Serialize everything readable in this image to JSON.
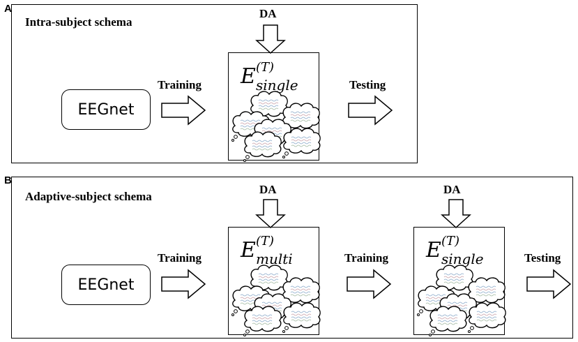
{
  "panel_a": {
    "letter": "A",
    "title": "Intra-subject schema",
    "da_label": "DA",
    "model_label": "EEGnet",
    "training_label": "Training",
    "testing_label": "Testing",
    "set_symbol": "E",
    "set_superscript": "(T)",
    "set_subscript": "single"
  },
  "panel_b": {
    "letter": "B",
    "title": "Adaptive-subject schema",
    "da_label_1": "DA",
    "da_label_2": "DA",
    "model_label": "EEGnet",
    "training_label_1": "Training",
    "training_label_2": "Training",
    "testing_label": "Testing",
    "set1_symbol": "E",
    "set1_superscript": "(T)",
    "set1_subscript": "multi",
    "set2_symbol": "E",
    "set2_superscript": "(T)",
    "set2_subscript": "single"
  }
}
